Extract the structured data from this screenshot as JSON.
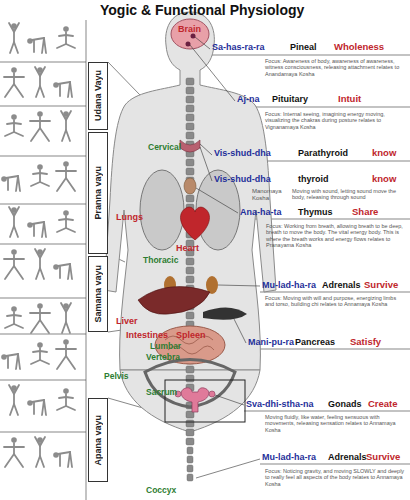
{
  "diagram": {
    "title": "Yogic & Functional Physiology",
    "nodes": [
      {
        "text": [
          "Udana Vayu"
        ]
      },
      {
        "text": [
          "Pranna vayu"
        ]
      },
      {
        "text": [
          "Samana vayu"
        ]
      },
      {
        "text": [
          "Apana vayu"
        ]
      }
    ],
    "labels": [
      "Brain",
      "Sa-has-ra-ra",
      "Pineal",
      "Wholeness",
      "Focus: Awareness of body, awareness of awareness, witness consciousness, releasing attachment relates to Anandamaya Kosha",
      "Aj-na",
      "Pituitary",
      "Intuit",
      "Focus: Internal seeing, imagining energy moving, visualizing the chakras during posture relates to Vignanamaya Kosha",
      "Cervical",
      "Vis-shud-dha",
      "Parathyroid",
      "know",
      "Vis-shud-dha",
      "thyroid",
      "know",
      "Manomaya Kosha",
      "Moving with sound, letting sound move the body, releasing through sound",
      "Ana-ha-ta",
      "Thymus",
      "Share",
      "Lungs",
      "Heart",
      "Thoracic",
      "Focus: Working from breath, allowing breath to be deep, breath to move the body. The vital energy body. This is where the breath works and energy flows relates to Pranayama Kosha",
      "Mu-lad-ha-ra",
      "Adrenals",
      "Survive",
      "Focus: Moving with will and purpose, energizing limbs and torso, building chi relates to Annamaya Kosha",
      "Liver",
      "Intestines",
      "Spleen",
      "Mani-pu-ra",
      "Pancreas",
      "Satisfy",
      "Lumbar",
      "Vertebra",
      "Pelvis",
      "Sacrum",
      "Sva-dhi-stha-na",
      "Gonads",
      "Create",
      "Moving fluidly, like water, feeling sensuous with movements, releasing sensation relates to Annamaya Kosha",
      "Mu-lad-ha-ra",
      "Adrenals",
      "Survive",
      "Focus: Noticing gravity, and moving SLOWLY and deeply to really feel all aspects of the body relates to Annamaya Kosha",
      "Coccyx"
    ]
  }
}
